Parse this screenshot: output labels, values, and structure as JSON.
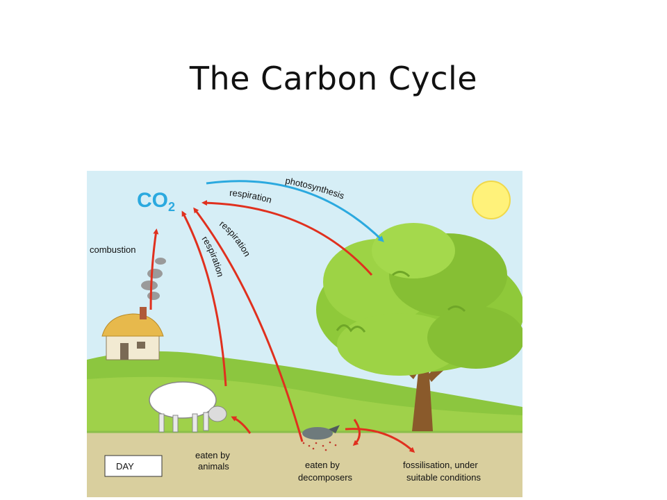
{
  "slide": {
    "title": "The Carbon Cycle"
  },
  "diagram": {
    "co2": {
      "main": "CO",
      "subscript": "2"
    },
    "labels": {
      "photosynthesis": "photosynthesis",
      "respiration_tree": "respiration",
      "respiration_decomposers": "respiration",
      "respiration_animals": "respiration",
      "combustion": "combustion",
      "day": "DAY",
      "eaten_by_animals_line1": "eaten by",
      "eaten_by_animals_line2": "animals",
      "eaten_by_decomposers_line1": "eaten by",
      "eaten_by_decomposers_line2": "decomposers",
      "fossilisation_line1": "fossilisation, under",
      "fossilisation_line2": "suitable conditions"
    },
    "colors": {
      "sky": "#d6eef6",
      "grass": "#8cc63f",
      "ground": "#d9cf9e",
      "arrow_red": "#e0301e",
      "arrow_blue": "#2ba9df",
      "co2": "#2ba9df",
      "sun": "#fff27a",
      "leaves": "#8fc93a",
      "trunk": "#8a5a2b"
    }
  }
}
